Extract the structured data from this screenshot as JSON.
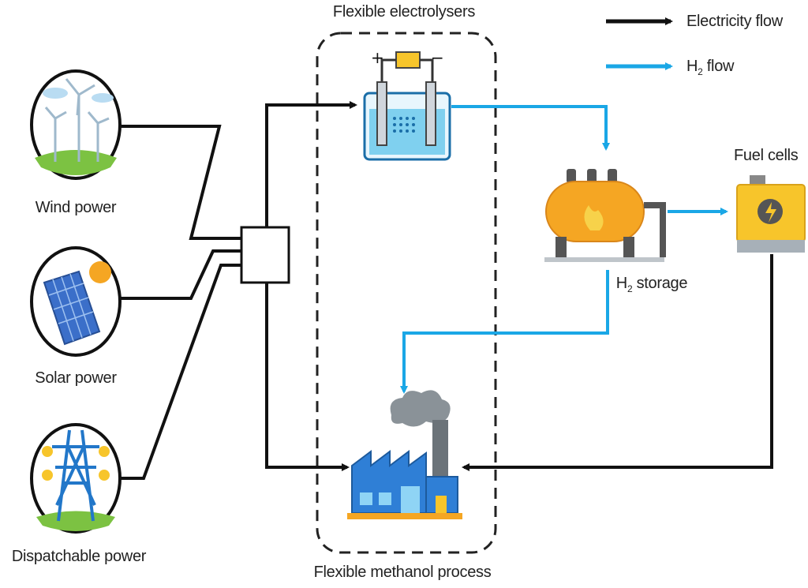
{
  "diagram": {
    "title_electrolysers": "Flexible electrolysers",
    "title_methanol": "Flexible methanol process",
    "legend": {
      "electricity": "Electricity flow",
      "h2_prefix": "H",
      "h2_sub": "2",
      "h2_suffix": " flow"
    },
    "sources": {
      "wind": "Wind power",
      "solar": "Solar power",
      "dispatchable": "Dispatchable power"
    },
    "storage": {
      "prefix": "H",
      "sub": "2",
      "suffix": " storage"
    },
    "fuel_cells": "Fuel cells"
  },
  "colors": {
    "electricity": "#111111",
    "hydrogen": "#1aa7e6",
    "tank": "#f5a623",
    "fuel_cell": "#f7c52b",
    "factory": "#2f7fd6",
    "solar_panel": "#3b6fc9"
  }
}
